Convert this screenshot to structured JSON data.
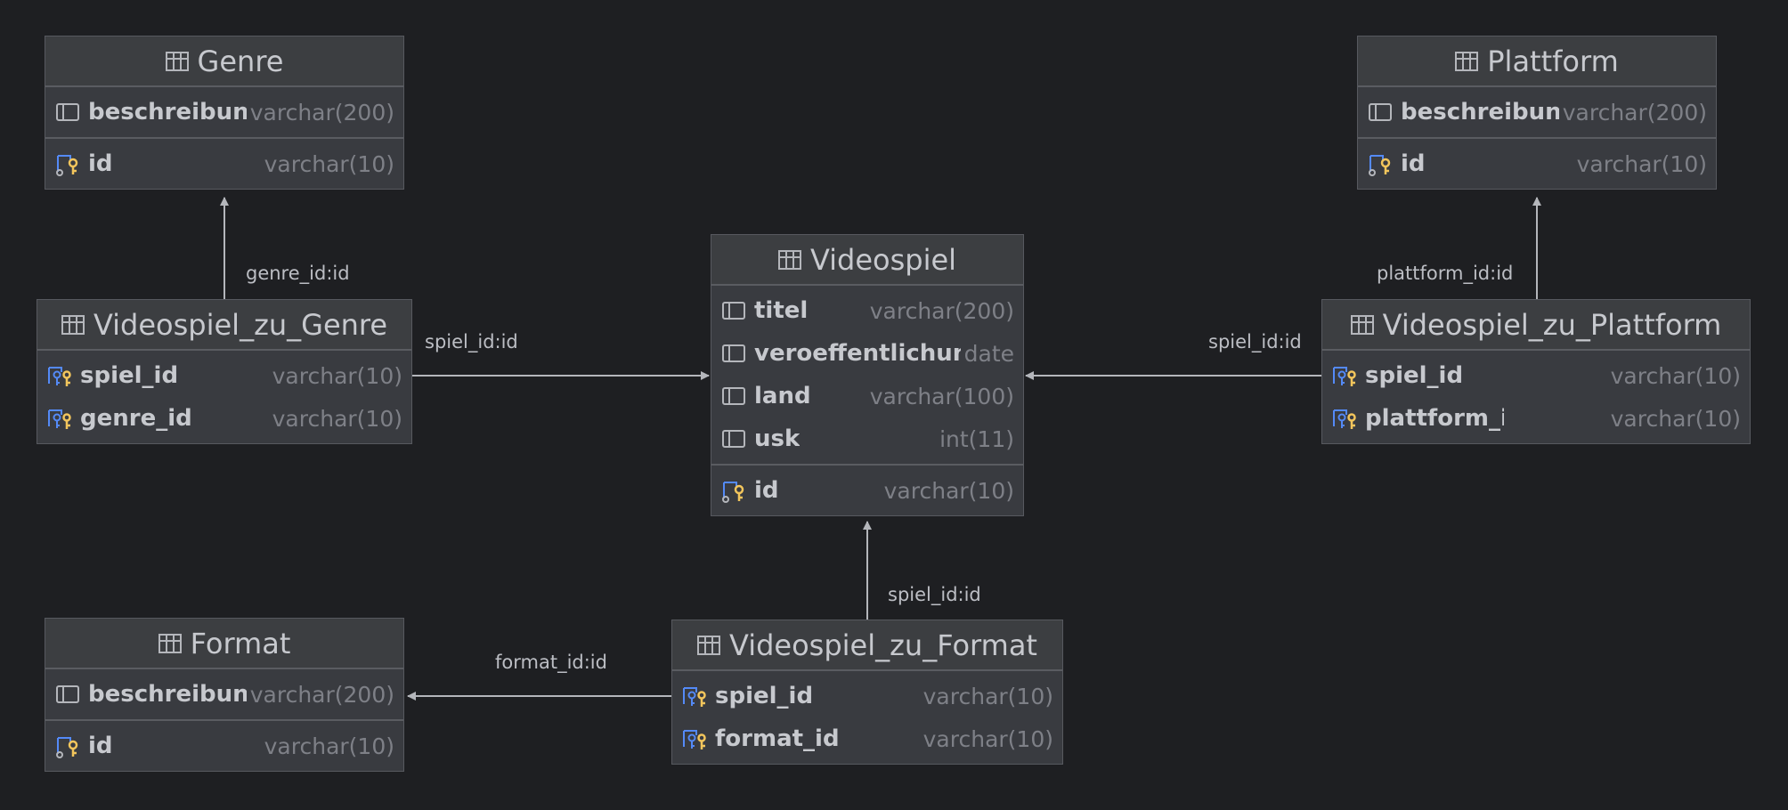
{
  "diagram": {
    "tables": {
      "genre": {
        "name": "Genre",
        "columns": [
          {
            "name": "beschreibung",
            "type": "varchar(200)"
          }
        ],
        "keys": [
          {
            "name": "id",
            "type": "varchar(10)"
          }
        ]
      },
      "plattform": {
        "name": "Plattform",
        "columns": [
          {
            "name": "beschreibung",
            "type": "varchar(200)"
          }
        ],
        "keys": [
          {
            "name": "id",
            "type": "varchar(10)"
          }
        ]
      },
      "videospiel": {
        "name": "Videospiel",
        "columns": [
          {
            "name": "titel",
            "type": "varchar(200)"
          },
          {
            "name": "veroeffentlichung",
            "type": "date"
          },
          {
            "name": "land",
            "type": "varchar(100)"
          },
          {
            "name": "usk",
            "type": "int(11)"
          }
        ],
        "keys": [
          {
            "name": "id",
            "type": "varchar(10)"
          }
        ]
      },
      "videospiel_zu_genre": {
        "name": "Videospiel_zu_Genre",
        "keys": [
          {
            "name": "spiel_id",
            "type": "varchar(10)"
          },
          {
            "name": "genre_id",
            "type": "varchar(10)"
          }
        ]
      },
      "videospiel_zu_plattform": {
        "name": "Videospiel_zu_Plattform",
        "keys": [
          {
            "name": "spiel_id",
            "type": "varchar(10)"
          },
          {
            "name": "plattform_id",
            "type": "varchar(10)"
          }
        ]
      },
      "format": {
        "name": "Format",
        "columns": [
          {
            "name": "beschreibung",
            "type": "varchar(200)"
          }
        ],
        "keys": [
          {
            "name": "id",
            "type": "varchar(10)"
          }
        ]
      },
      "videospiel_zu_format": {
        "name": "Videospiel_zu_Format",
        "keys": [
          {
            "name": "spiel_id",
            "type": "varchar(10)"
          },
          {
            "name": "format_id",
            "type": "varchar(10)"
          }
        ]
      }
    },
    "relations": {
      "genre_fk": "genre_id:id",
      "vzg_spiel_fk": "spiel_id:id",
      "plattform_fk": "plattform_id:id",
      "vzp_spiel_fk": "spiel_id:id",
      "vzf_spiel_fk": "spiel_id:id",
      "format_fk": "format_id:id"
    },
    "icons": {
      "table": "table-icon",
      "column": "column-icon",
      "primary_key": "primary-key-icon",
      "foreign_key": "foreign-key-icon"
    },
    "colors": {
      "background": "#1e1f22",
      "key_blue": "#548af7",
      "key_gold": "#f2c55c",
      "edge": "#b4b6bb"
    }
  }
}
